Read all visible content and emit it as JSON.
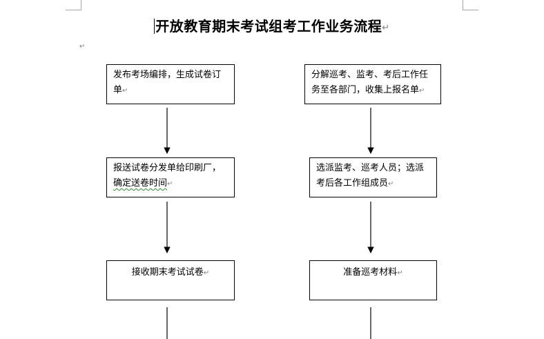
{
  "document": {
    "title": "开放教育期末考试组考工作业务流程",
    "paragraph_mark": "↵"
  },
  "flow": {
    "left": [
      {
        "text": "发布考场编排，生成试卷订单"
      },
      {
        "text_main": "报送试卷分发单给印刷厂，",
        "text_underlined": "确定送卷时间"
      },
      {
        "text": "接收期末考试试卷"
      }
    ],
    "right": [
      {
        "text": "分解巡考、监考、考后工作任务至各部门，收集上报名单"
      },
      {
        "text": "选派监考、巡考人员；选派考后各工作组成员"
      },
      {
        "text": "准备巡考材料"
      }
    ]
  },
  "colors": {
    "border": "#000000",
    "paragraph_mark": "#7f7f7f",
    "grammar_squiggle": "#2e8b2e",
    "crop_mark": "#a6a6a6"
  }
}
